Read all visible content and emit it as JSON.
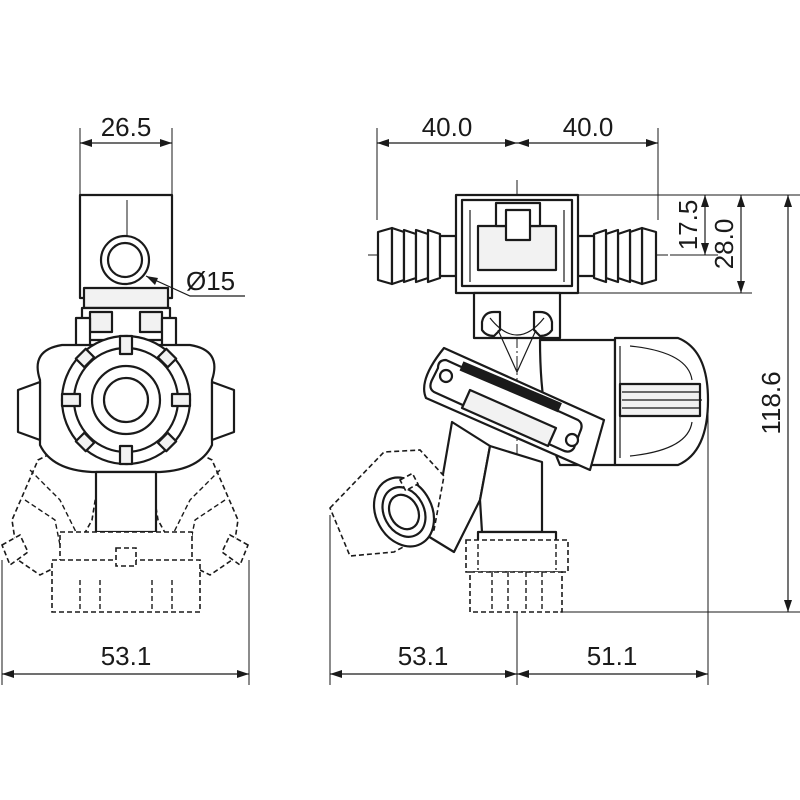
{
  "dimensions": {
    "front_top_width": "26.5",
    "hole_diameter": "Ø15",
    "front_bottom_width": "53.1",
    "side_left_top": "40.0",
    "side_right_top": "40.0",
    "side_small_height": "17.5",
    "side_mid_height": "28.0",
    "side_total_height": "118.6",
    "side_bottom_left": "53.1",
    "side_bottom_right": "51.1"
  }
}
